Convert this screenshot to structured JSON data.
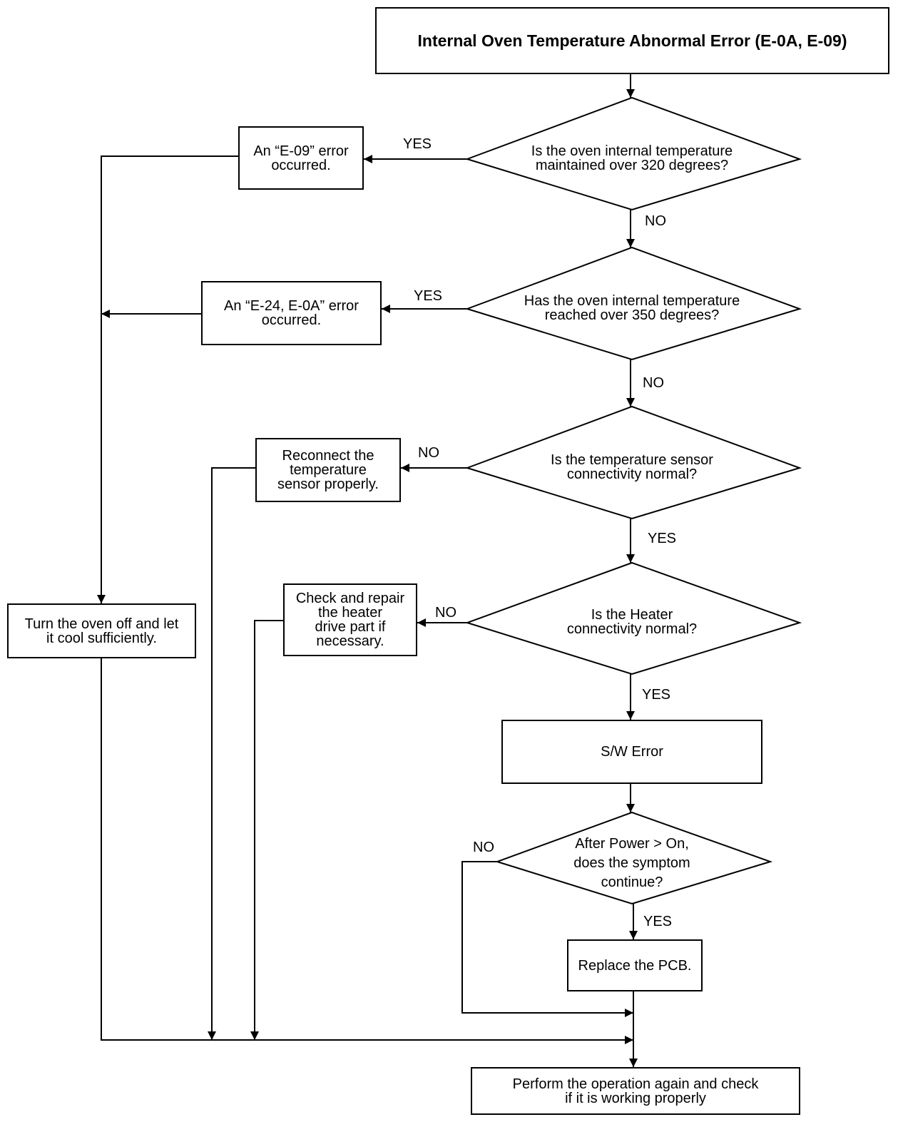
{
  "flowchart": {
    "title": "Internal Oven Temperature Abnormal Error (E-0A, E-09)",
    "decisions": {
      "d1": "Is the oven internal temperature\nmaintained over 320 degrees?",
      "d2": "Has the oven internal temperature\nreached over 350 degrees?",
      "d3": "Is the temperature sensor\nconnectivity normal?",
      "d4": "Is the Heater\nconnectivity normal?",
      "d5": "After Power > On,\ndoes the symptom\ncontinue?"
    },
    "processes": {
      "e09": "An “E-09” error\noccurred.",
      "e24": "An “E-24, E-0A” error\noccurred.",
      "reconnect": "Reconnect the\ntemperature\nsensor properly.",
      "repair": "Check and repair\nthe heater\ndrive part if\nnecessary.",
      "cool": "Turn the oven off and let\nit cool sufficiently.",
      "sw_error": "S/W Error",
      "replace_pcb": "Replace the PCB.",
      "perform": "Perform the operation again and check\nif it is working properly"
    },
    "labels": {
      "d1_yes": "YES",
      "d1_no": "NO",
      "d2_yes": "YES",
      "d2_no": "NO",
      "d3_no": "NO",
      "d3_yes": "YES",
      "d4_no": "NO",
      "d4_yes": "YES",
      "d5_no": "NO",
      "d5_yes": "YES"
    }
  }
}
